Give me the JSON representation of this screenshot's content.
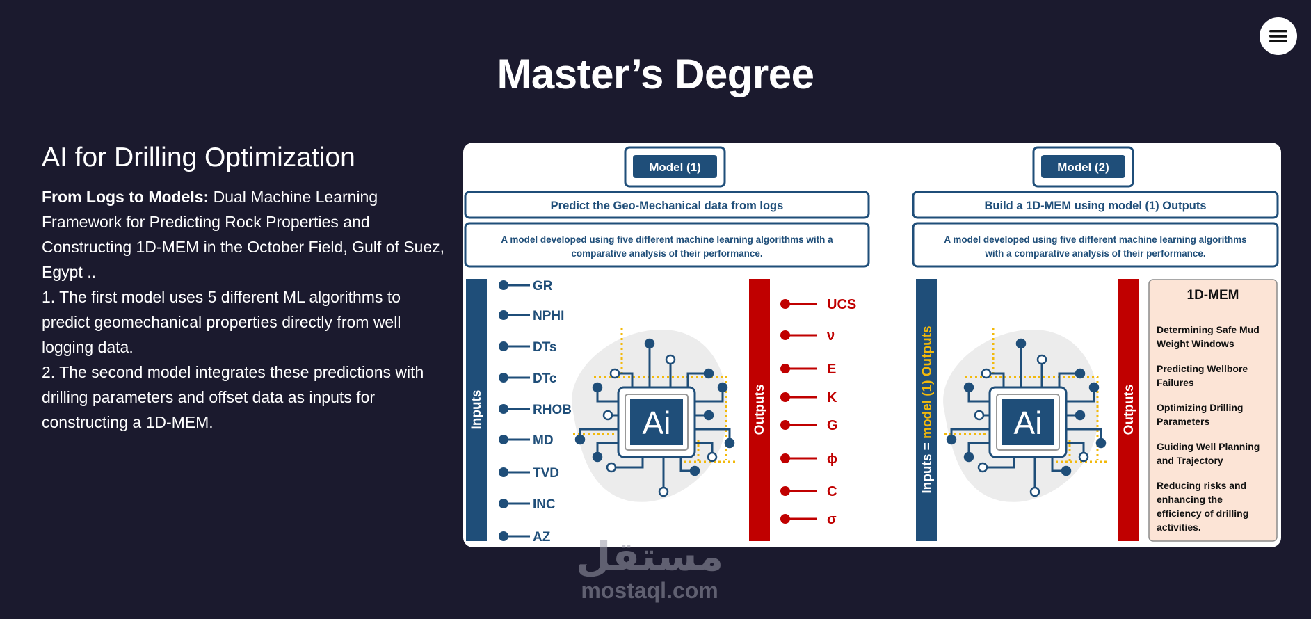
{
  "header": {
    "title": "Master’s Degree"
  },
  "nav": {
    "menu_icon": "hamburger-menu-icon"
  },
  "content": {
    "section_title": "AI for Drilling Optimization",
    "intro_bold": "From Logs to Models:",
    "intro_text": " Dual Machine Learning Framework for Predicting Rock Properties and Constructing 1D-MEM in the October Field, Gulf of Suez, Egypt ..",
    "point1": "1. The first model uses 5 different ML algorithms to predict geomechanical properties directly from well logging data.",
    "point2": "2. The second model integrates these predictions with drilling parameters and offset data as inputs for constructing a 1D-MEM."
  },
  "figure": {
    "model1": {
      "label": "Model (1)",
      "title": "Predict the Geo-Mechanical data from logs",
      "desc_line1": "A model developed using five different machine learning algorithms with a",
      "desc_line2": "comparative analysis of their performance.",
      "inputs_label": "Inputs",
      "inputs": [
        "GR",
        "NPHI",
        "DTs",
        "DTc",
        "RHOB",
        "MD",
        "TVD",
        "INC",
        "AZ"
      ],
      "outputs_label": "Outputs",
      "outputs": [
        "UCS",
        "ν",
        "E",
        "K",
        "G",
        "ϕ",
        "C",
        "σ"
      ],
      "chip_text": "Ai"
    },
    "model2": {
      "label": "Model (2)",
      "title": "Build a 1D-MEM using model (1) Outputs",
      "desc_line1": "A model developed using five different machine learning algorithms",
      "desc_line2": "with a comparative analysis of their performance.",
      "inputs_prefix": "Inputs = ",
      "inputs_value": "model (1) Outputs",
      "outputs_label": "Outputs",
      "chip_text": "Ai",
      "mem_title": "1D-MEM",
      "mem_items": [
        [
          "Determining Safe Mud",
          "Weight Windows"
        ],
        [
          "Predicting Wellbore",
          "Failures"
        ],
        [
          "Optimizing Drilling",
          "Parameters"
        ],
        [
          "Guiding Well Planning",
          "and Trajectory"
        ],
        [
          "Reducing risks and",
          "enhancing the",
          "efficiency of drilling",
          "activities."
        ]
      ]
    },
    "colors": {
      "navy": "#1f4e79",
      "red": "#c00000",
      "gold": "#f2b90c",
      "peach": "#fce4d6"
    }
  },
  "watermark": {
    "arabic": "مستقل",
    "url": "mostaql.com"
  }
}
